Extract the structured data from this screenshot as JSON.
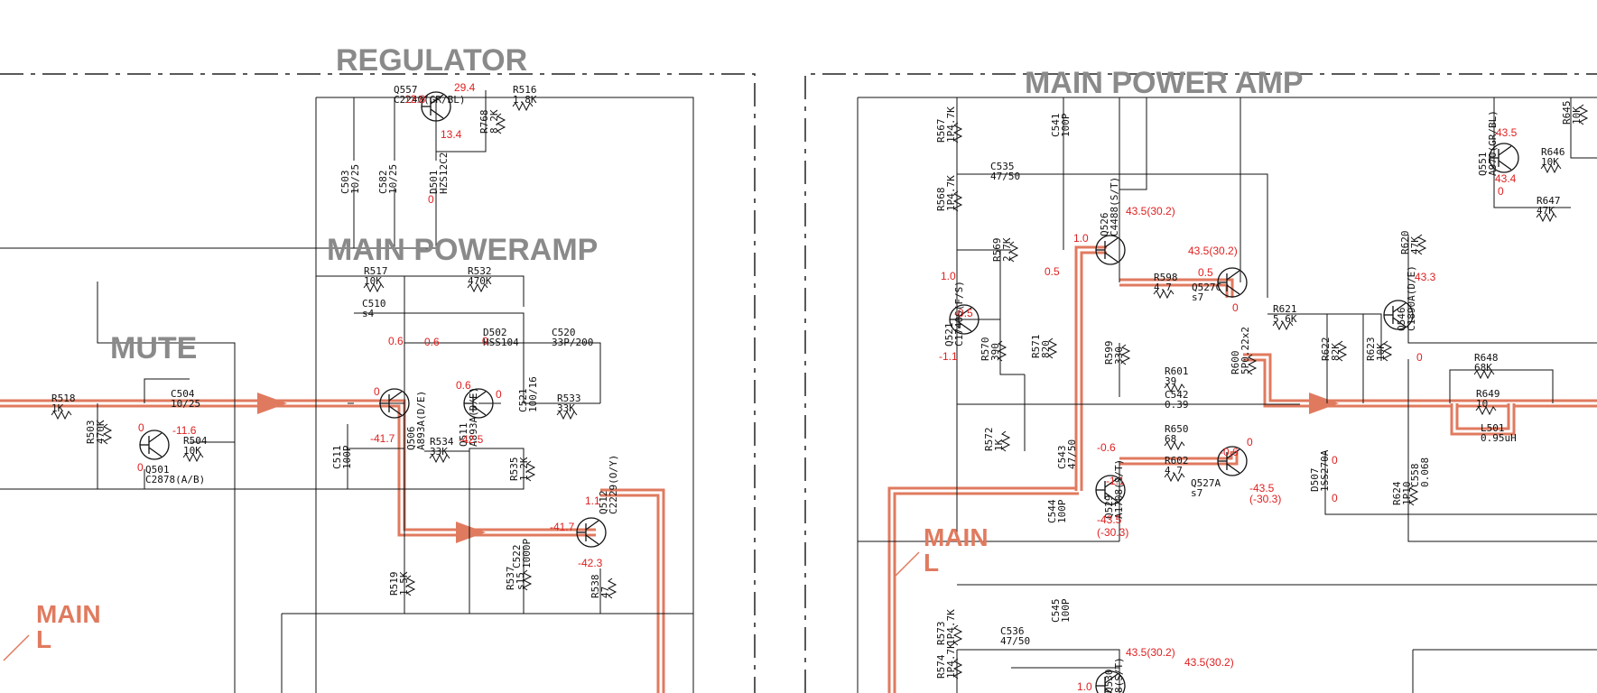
{
  "sections": {
    "regulator": "REGULATOR",
    "main_poweramp": "MAIN POWERAMP",
    "main_power_amp": "MAIN POWER AMP",
    "mute": "MUTE",
    "main_l_left": [
      "MAIN",
      "L"
    ],
    "main_l_right": [
      "MAIN",
      "L"
    ]
  },
  "colors": {
    "signal_path": "#e07a5f",
    "voltage_text": "#e02020",
    "section_title": "#8a8a8a"
  },
  "left_parts": [
    {
      "ref": "Q557",
      "val": "C2240(GR/BL)"
    },
    {
      "ref": "R516",
      "val": "1.8K"
    },
    {
      "ref": "R768",
      "val": "8.2K"
    },
    {
      "ref": "C503",
      "val": "10/25"
    },
    {
      "ref": "C582",
      "val": "10/25"
    },
    {
      "ref": "D501",
      "val": "HZS12C2"
    },
    {
      "ref": "R517",
      "val": "10K"
    },
    {
      "ref": "R532",
      "val": "470K"
    },
    {
      "ref": "C510",
      "val": "s4"
    },
    {
      "ref": "D502",
      "val": "HSS104"
    },
    {
      "ref": "C520",
      "val": "33P/200"
    },
    {
      "ref": "R518",
      "val": "1K"
    },
    {
      "ref": "C504",
      "val": "10/25"
    },
    {
      "ref": "R503",
      "val": "470K"
    },
    {
      "ref": "R504",
      "val": "10K"
    },
    {
      "ref": "Q501",
      "val": "C2878(A/B)"
    },
    {
      "ref": "Q506",
      "val": "A893A(D/E)"
    },
    {
      "ref": "Q511",
      "val": "A893A(D/E)"
    },
    {
      "ref": "C521",
      "val": "100/16"
    },
    {
      "ref": "R533",
      "val": "33K"
    },
    {
      "ref": "R534",
      "val": "33K"
    },
    {
      "ref": "C511",
      "val": "100P"
    },
    {
      "ref": "R535",
      "val": "1.2K"
    },
    {
      "ref": "Q512",
      "val": "C2229(O/Y)"
    },
    {
      "ref": "C522",
      "val": "1000P"
    },
    {
      "ref": "R537",
      "val": "s15"
    },
    {
      "ref": "R538",
      "val": "47"
    },
    {
      "ref": "R519",
      "val": "1.5K"
    }
  ],
  "right_parts": [
    {
      "ref": "R567",
      "val": "1P4.7K"
    },
    {
      "ref": "C541",
      "val": "100P"
    },
    {
      "ref": "C535",
      "val": "47/50"
    },
    {
      "ref": "R568",
      "val": "1P4.7K"
    },
    {
      "ref": "Q526",
      "val": "C4488(S/T)"
    },
    {
      "ref": "R569",
      "val": "2.7K"
    },
    {
      "ref": "R598",
      "val": "4.7"
    },
    {
      "ref": "Q527C",
      "val": "s7"
    },
    {
      "ref": "Q521",
      "val": "C1740S(F/S)"
    },
    {
      "ref": "R621",
      "val": "5.6K"
    },
    {
      "ref": "R570",
      "val": "390"
    },
    {
      "ref": "R571",
      "val": "820"
    },
    {
      "ref": "R599",
      "val": "330"
    },
    {
      "ref": "R601",
      "val": "39"
    },
    {
      "ref": "C542",
      "val": "0.39"
    },
    {
      "ref": "R650",
      "val": "68"
    },
    {
      "ref": "R600",
      "val": "5P0.22x2"
    },
    {
      "ref": "R622",
      "val": "82K"
    },
    {
      "ref": "R623",
      "val": "10K"
    },
    {
      "ref": "Q546",
      "val": "C1890A(D/E)"
    },
    {
      "ref": "R572",
      "val": "1K"
    },
    {
      "ref": "C543",
      "val": "47/50"
    },
    {
      "ref": "R602",
      "val": "4.7"
    },
    {
      "ref": "Q529",
      "val": "A1708(S/T)"
    },
    {
      "ref": "Q527A",
      "val": "s7"
    },
    {
      "ref": "C544",
      "val": "100P"
    },
    {
      "ref": "D507",
      "val": "1SS270A"
    },
    {
      "ref": "R624",
      "val": "1P10"
    },
    {
      "ref": "C558",
      "val": "0.068"
    },
    {
      "ref": "R573",
      "val": "1P4.7K"
    },
    {
      "ref": "C545",
      "val": "100P"
    },
    {
      "ref": "C536",
      "val": "47/50"
    },
    {
      "ref": "R574",
      "val": "1P4.7K"
    },
    {
      "ref": "Q530",
      "val": "8(S/T)"
    },
    {
      "ref": "R645",
      "val": "10K"
    },
    {
      "ref": "Q551",
      "val": "A970(GR/BL)"
    },
    {
      "ref": "R646",
      "val": "10K"
    },
    {
      "ref": "R647",
      "val": "47K"
    },
    {
      "ref": "R620",
      "val": "47K"
    },
    {
      "ref": "R648",
      "val": "68K"
    },
    {
      "ref": "R649",
      "val": "10"
    },
    {
      "ref": "L501",
      "val": "0.95uH"
    }
  ],
  "voltages_left": [
    "12.8",
    "29.4",
    "13.4",
    "0",
    "0.6",
    "0.6",
    "0",
    "0",
    "0.6",
    "0",
    "-41.7",
    "-42.5",
    "0",
    "-11.6",
    "0",
    "1.1",
    "-41.7",
    "-42.3"
  ],
  "voltages_right": [
    "43.5(30.2)",
    "1.0",
    "0.5",
    "43.5(30.2)",
    "0.5",
    "0",
    "1.0",
    "-0.5",
    "-1.1",
    "43.5",
    "43.4",
    "0",
    "43.3",
    "0",
    "-0.6",
    "-1.1",
    "-0.6",
    "0",
    "-43.5",
    "(-30.3)",
    "-43.5",
    "(-30.3)",
    "0",
    "0",
    "43.5(30.2)",
    "1.0",
    "43.5(30.2)"
  ]
}
